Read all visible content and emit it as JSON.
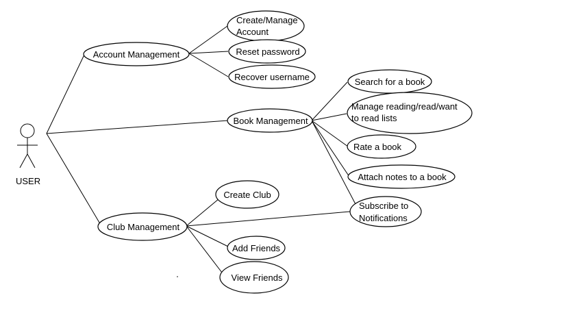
{
  "diagram": {
    "actor": {
      "label": "USER"
    },
    "nodes": {
      "account_management": "Account Management",
      "create_manage_account_line1": "Create/Manage",
      "create_manage_account_line2": "Account",
      "reset_password": "Reset password",
      "recover_username": "Recover username",
      "book_management": "Book Management",
      "search_for_a_book": "Search for a book",
      "manage_lists_line1": "Manage reading/read/want",
      "manage_lists_line2": "to read lists",
      "rate_a_book": "Rate a book",
      "attach_notes": "Attach notes to a book",
      "subscribe_line1": "Subscribe to",
      "subscribe_line2": "Notifications",
      "club_management": "Club Management",
      "create_club": "Create Club",
      "add_friends": "Add Friends",
      "view_friends": "View Friends"
    }
  }
}
